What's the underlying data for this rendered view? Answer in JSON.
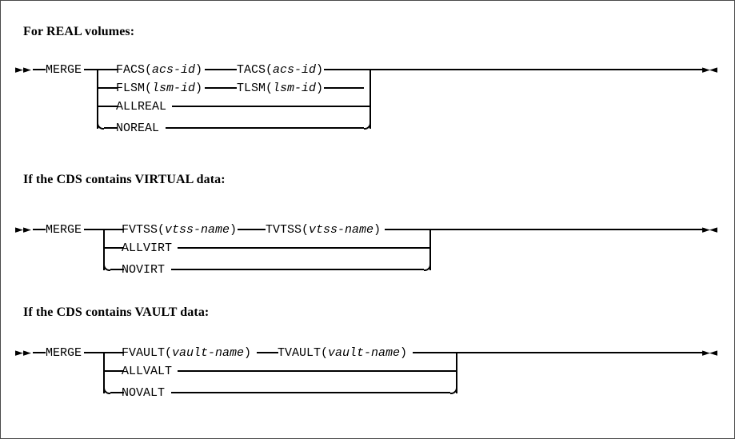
{
  "page": {
    "border_color": "#4a4a4a",
    "background": "#ffffff",
    "line_color": "#000000"
  },
  "sections": [
    {
      "heading": "For REAL volumes:",
      "diagram": {
        "start_marker": "►►",
        "end_marker": "►◄",
        "keyword": "MERGE",
        "branches": [
          {
            "first": "FACS(",
            "first_var": "acs-id",
            "first_close": ")",
            "second": "TACS(",
            "second_var": "acs-id",
            "second_close": ")"
          },
          {
            "first": "FLSM(",
            "first_var": "lsm-id",
            "first_close": ")",
            "second": "TLSM(",
            "second_var": "lsm-id",
            "second_close": ")"
          },
          {
            "first": "ALLREAL",
            "first_var": "",
            "first_close": "",
            "second": "",
            "second_var": "",
            "second_close": ""
          },
          {
            "first": "NOREAL",
            "first_var": "",
            "first_close": "",
            "second": "",
            "second_var": "",
            "second_close": ""
          }
        ]
      }
    },
    {
      "heading": "If the CDS contains VIRTUAL data:",
      "diagram": {
        "start_marker": "►►",
        "end_marker": "►◄",
        "keyword": "MERGE",
        "branches": [
          {
            "first": "FVTSS(",
            "first_var": "vtss-name",
            "first_close": ")",
            "second": "TVTSS(",
            "second_var": "vtss-name",
            "second_close": ")"
          },
          {
            "first": "ALLVIRT",
            "first_var": "",
            "first_close": "",
            "second": "",
            "second_var": "",
            "second_close": ""
          },
          {
            "first": "NOVIRT",
            "first_var": "",
            "first_close": "",
            "second": "",
            "second_var": "",
            "second_close": ""
          }
        ]
      }
    },
    {
      "heading": "If the CDS contains VAULT data:",
      "diagram": {
        "start_marker": "►►",
        "end_marker": "►◄",
        "keyword": "MERGE",
        "branches": [
          {
            "first": "FVAULT(",
            "first_var": "vault-name",
            "first_close": ")",
            "second": "TVAULT(",
            "second_var": "vault-name",
            "second_close": ")"
          },
          {
            "first": "ALLVALT",
            "first_var": "",
            "first_close": "",
            "second": "",
            "second_var": "",
            "second_close": ""
          },
          {
            "first": "NOVALT",
            "first_var": "",
            "first_close": "",
            "second": "",
            "second_var": "",
            "second_close": ""
          }
        ]
      }
    }
  ]
}
